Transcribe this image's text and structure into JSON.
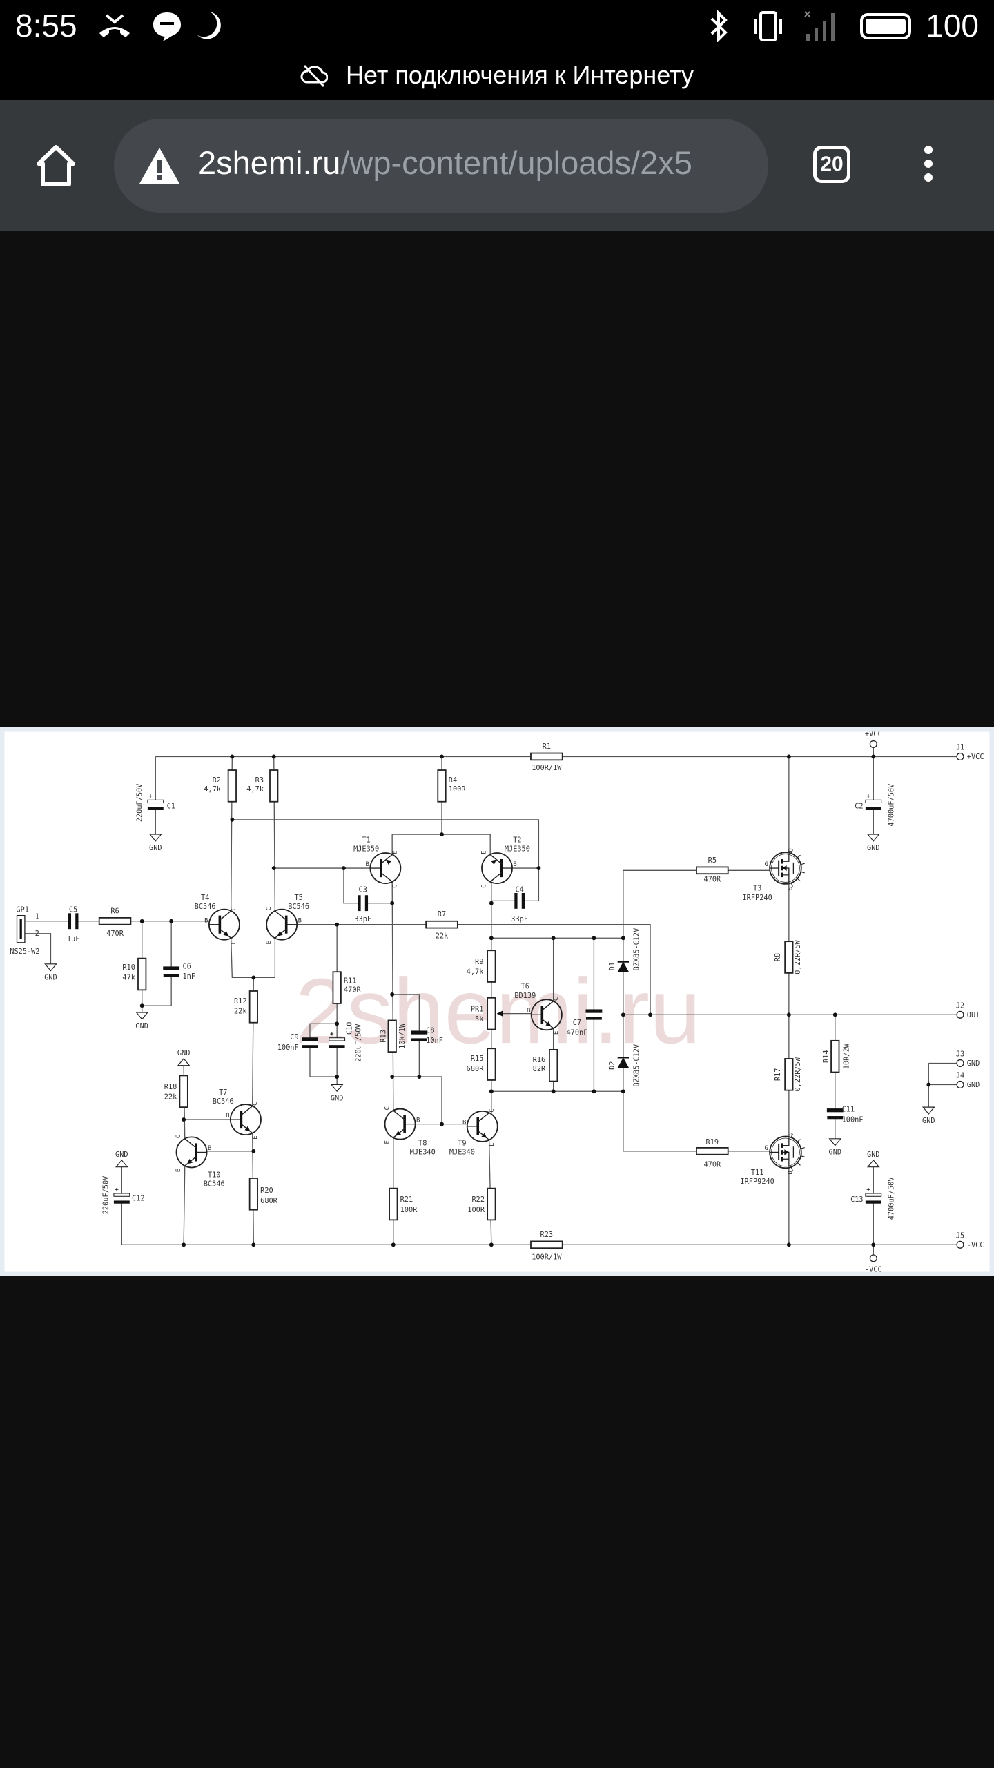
{
  "status_bar": {
    "time": "8:55",
    "battery_percent": "100"
  },
  "notice": {
    "text": "Нет подключения к Интернету"
  },
  "toolbar": {
    "url_host": "2shemi.ru",
    "url_path": "/wp-content/uploads/2x5",
    "tab_count": "20"
  },
  "schematic": {
    "watermark": "2shemi.ru",
    "nets": {
      "gnd": "GND",
      "vcc_pos": "+VCC",
      "vcc_neg": "-VCC",
      "out": "OUT"
    },
    "pins": {
      "B": "B",
      "C": "C",
      "E": "E",
      "G": "G",
      "D": "D",
      "S": "S"
    },
    "connectors": {
      "GP1": {
        "ref": "GP1",
        "part": "NS25-W2",
        "pin1": "1",
        "pin2": "2"
      },
      "J1": {
        "ref": "J1",
        "net": "+VCC"
      },
      "J2": {
        "ref": "J2",
        "net": "OUT"
      },
      "J3": {
        "ref": "J3",
        "net": "GND"
      },
      "J4": {
        "ref": "J4",
        "net": "GND"
      },
      "J5": {
        "ref": "J5",
        "net": "-VCC"
      }
    },
    "R1": {
      "ref": "R1",
      "value": "100R/1W"
    },
    "R2": {
      "ref": "R2",
      "value": "4,7k"
    },
    "R3": {
      "ref": "R3",
      "value": "4,7k"
    },
    "R4": {
      "ref": "R4",
      "value": "100R"
    },
    "R5": {
      "ref": "R5",
      "value": "470R"
    },
    "R6": {
      "ref": "R6",
      "value": "470R"
    },
    "R7": {
      "ref": "R7",
      "value": "22k"
    },
    "R8": {
      "ref": "R8",
      "value": "0,22R/5W"
    },
    "R9": {
      "ref": "R9",
      "value": "4,7k"
    },
    "PR1": {
      "ref": "PR1",
      "value": "5k"
    },
    "R10": {
      "ref": "R10",
      "value": "47k"
    },
    "R11": {
      "ref": "R11",
      "value": "470R"
    },
    "R12": {
      "ref": "R12",
      "value": "22k"
    },
    "R13": {
      "ref": "R13",
      "value": "10k/1W"
    },
    "R14": {
      "ref": "R14",
      "value": "10R/2W"
    },
    "R15": {
      "ref": "R15",
      "value": "680R"
    },
    "R16": {
      "ref": "R16",
      "value": "82R"
    },
    "R17": {
      "ref": "R17",
      "value": "0,22R/5W"
    },
    "R18": {
      "ref": "R18",
      "value": "22k"
    },
    "R19": {
      "ref": "R19",
      "value": "470R"
    },
    "R20": {
      "ref": "R20",
      "value": "680R"
    },
    "R21": {
      "ref": "R21",
      "value": "100R"
    },
    "R22": {
      "ref": "R22",
      "value": "100R"
    },
    "R23": {
      "ref": "R23",
      "value": "100R/1W"
    },
    "C1": {
      "ref": "C1",
      "value": "220uF/50V"
    },
    "C2": {
      "ref": "C2",
      "value": "4700uF/50V"
    },
    "C3": {
      "ref": "C3",
      "value": "33pF"
    },
    "C4": {
      "ref": "C4",
      "value": "33pF"
    },
    "C5": {
      "ref": "C5",
      "value": "1uF"
    },
    "C6": {
      "ref": "C6",
      "value": "1nF"
    },
    "C7": {
      "ref": "C7",
      "value": "470nF"
    },
    "C8": {
      "ref": "C8",
      "value": "10nF"
    },
    "C9": {
      "ref": "C9",
      "value": "100nF"
    },
    "C10": {
      "ref": "C10",
      "value": "220uF/50V"
    },
    "C11": {
      "ref": "C11",
      "value": "100nF"
    },
    "C12": {
      "ref": "C12",
      "value": "220uF/50V"
    },
    "C13": {
      "ref": "C13",
      "value": "4700uF/50V"
    },
    "D1": {
      "ref": "D1",
      "value": "BZX85-C12V"
    },
    "D2": {
      "ref": "D2",
      "value": "BZX85-C12V"
    },
    "T1": {
      "ref": "T1",
      "part": "MJE350"
    },
    "T2": {
      "ref": "T2",
      "part": "MJE350"
    },
    "T3": {
      "ref": "T3",
      "part": "IRFP240"
    },
    "T4": {
      "ref": "T4",
      "part": "BC546"
    },
    "T5": {
      "ref": "T5",
      "part": "BC546"
    },
    "T6": {
      "ref": "T6",
      "part": "BD139"
    },
    "T7": {
      "ref": "T7",
      "part": "BC546"
    },
    "T8": {
      "ref": "T8",
      "part": "MJE340"
    },
    "T9": {
      "ref": "T9",
      "part": "MJE340"
    },
    "T10": {
      "ref": "T10",
      "part": "BC546"
    },
    "T11": {
      "ref": "T11",
      "part": "IRFP9240"
    }
  }
}
